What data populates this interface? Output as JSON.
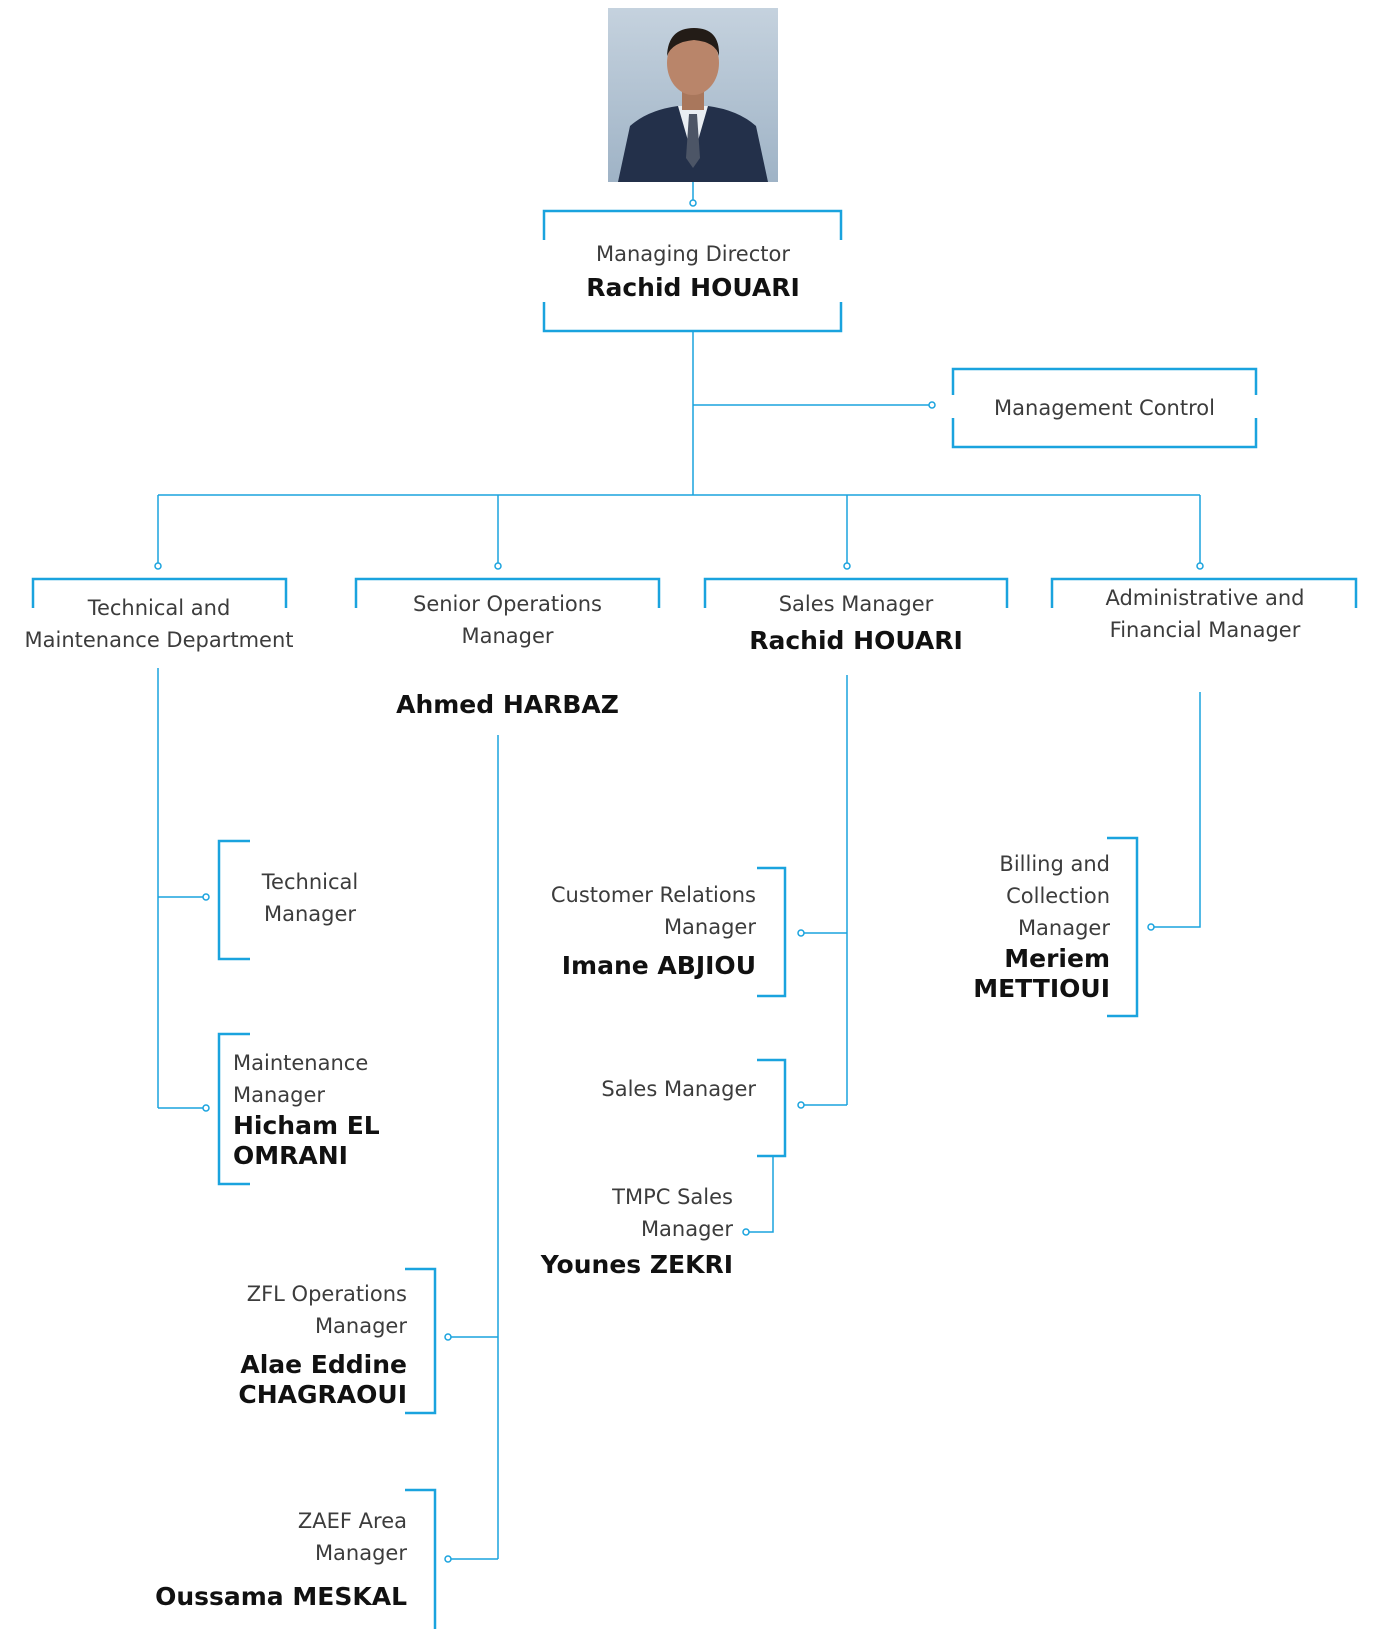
{
  "accent_color": "#1aa3de",
  "director": {
    "photo_icon": "person-photo",
    "title": "Managing Director",
    "name": "Rachid HOUARI"
  },
  "management_control": {
    "title": "Management Control"
  },
  "departments": [
    {
      "title": "Technical and Maintenance Department",
      "name": ""
    },
    {
      "title": "Senior Operations Manager",
      "name": "Ahmed HARBAZ"
    },
    {
      "title": "Sales Manager",
      "name": "Rachid HOUARI"
    },
    {
      "title": "Administrative and Financial Manager",
      "name": ""
    }
  ],
  "technical_reports": [
    {
      "title": "Technical Manager",
      "name": ""
    },
    {
      "title": "Maintenance Manager",
      "name": "Hicham EL OMRANI"
    }
  ],
  "operations_reports": [
    {
      "title": "ZFL Operations Manager",
      "name": "Alae Eddine CHAGRAOUI"
    },
    {
      "title": "ZAEF Area Manager",
      "name": "Oussama MESKAL"
    }
  ],
  "sales_reports": [
    {
      "title": "Customer Relations Manager",
      "name": "Imane ABJIOU"
    },
    {
      "title": "Sales Manager",
      "name": ""
    },
    {
      "title": "TMPC Sales Manager",
      "name": "Younes ZEKRI"
    }
  ],
  "finance_reports": [
    {
      "title": "Billing and Collection Manager",
      "name": "Meriem METTIOUI"
    }
  ]
}
